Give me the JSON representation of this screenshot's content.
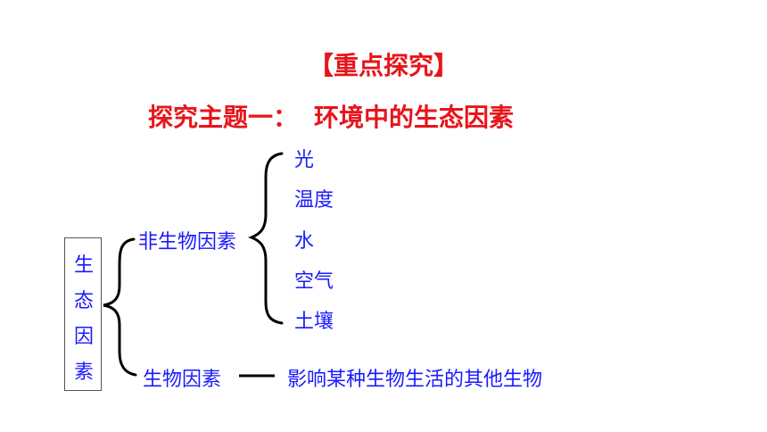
{
  "heading": "【重点探究】",
  "topic": {
    "label": "探究主题一：",
    "text": "环境中的生态因素"
  },
  "root": {
    "chars": [
      "生",
      "态",
      "因",
      "素"
    ]
  },
  "abiotic": {
    "label": "非生物因素",
    "items": [
      "光",
      "温度",
      "水",
      "空气",
      "土壤"
    ]
  },
  "biotic": {
    "label": "生物因素",
    "description": "影响某种生物生活的其他生物"
  },
  "colors": {
    "title": "#e8141b",
    "text": "#1a1aff",
    "line": "#000000"
  }
}
